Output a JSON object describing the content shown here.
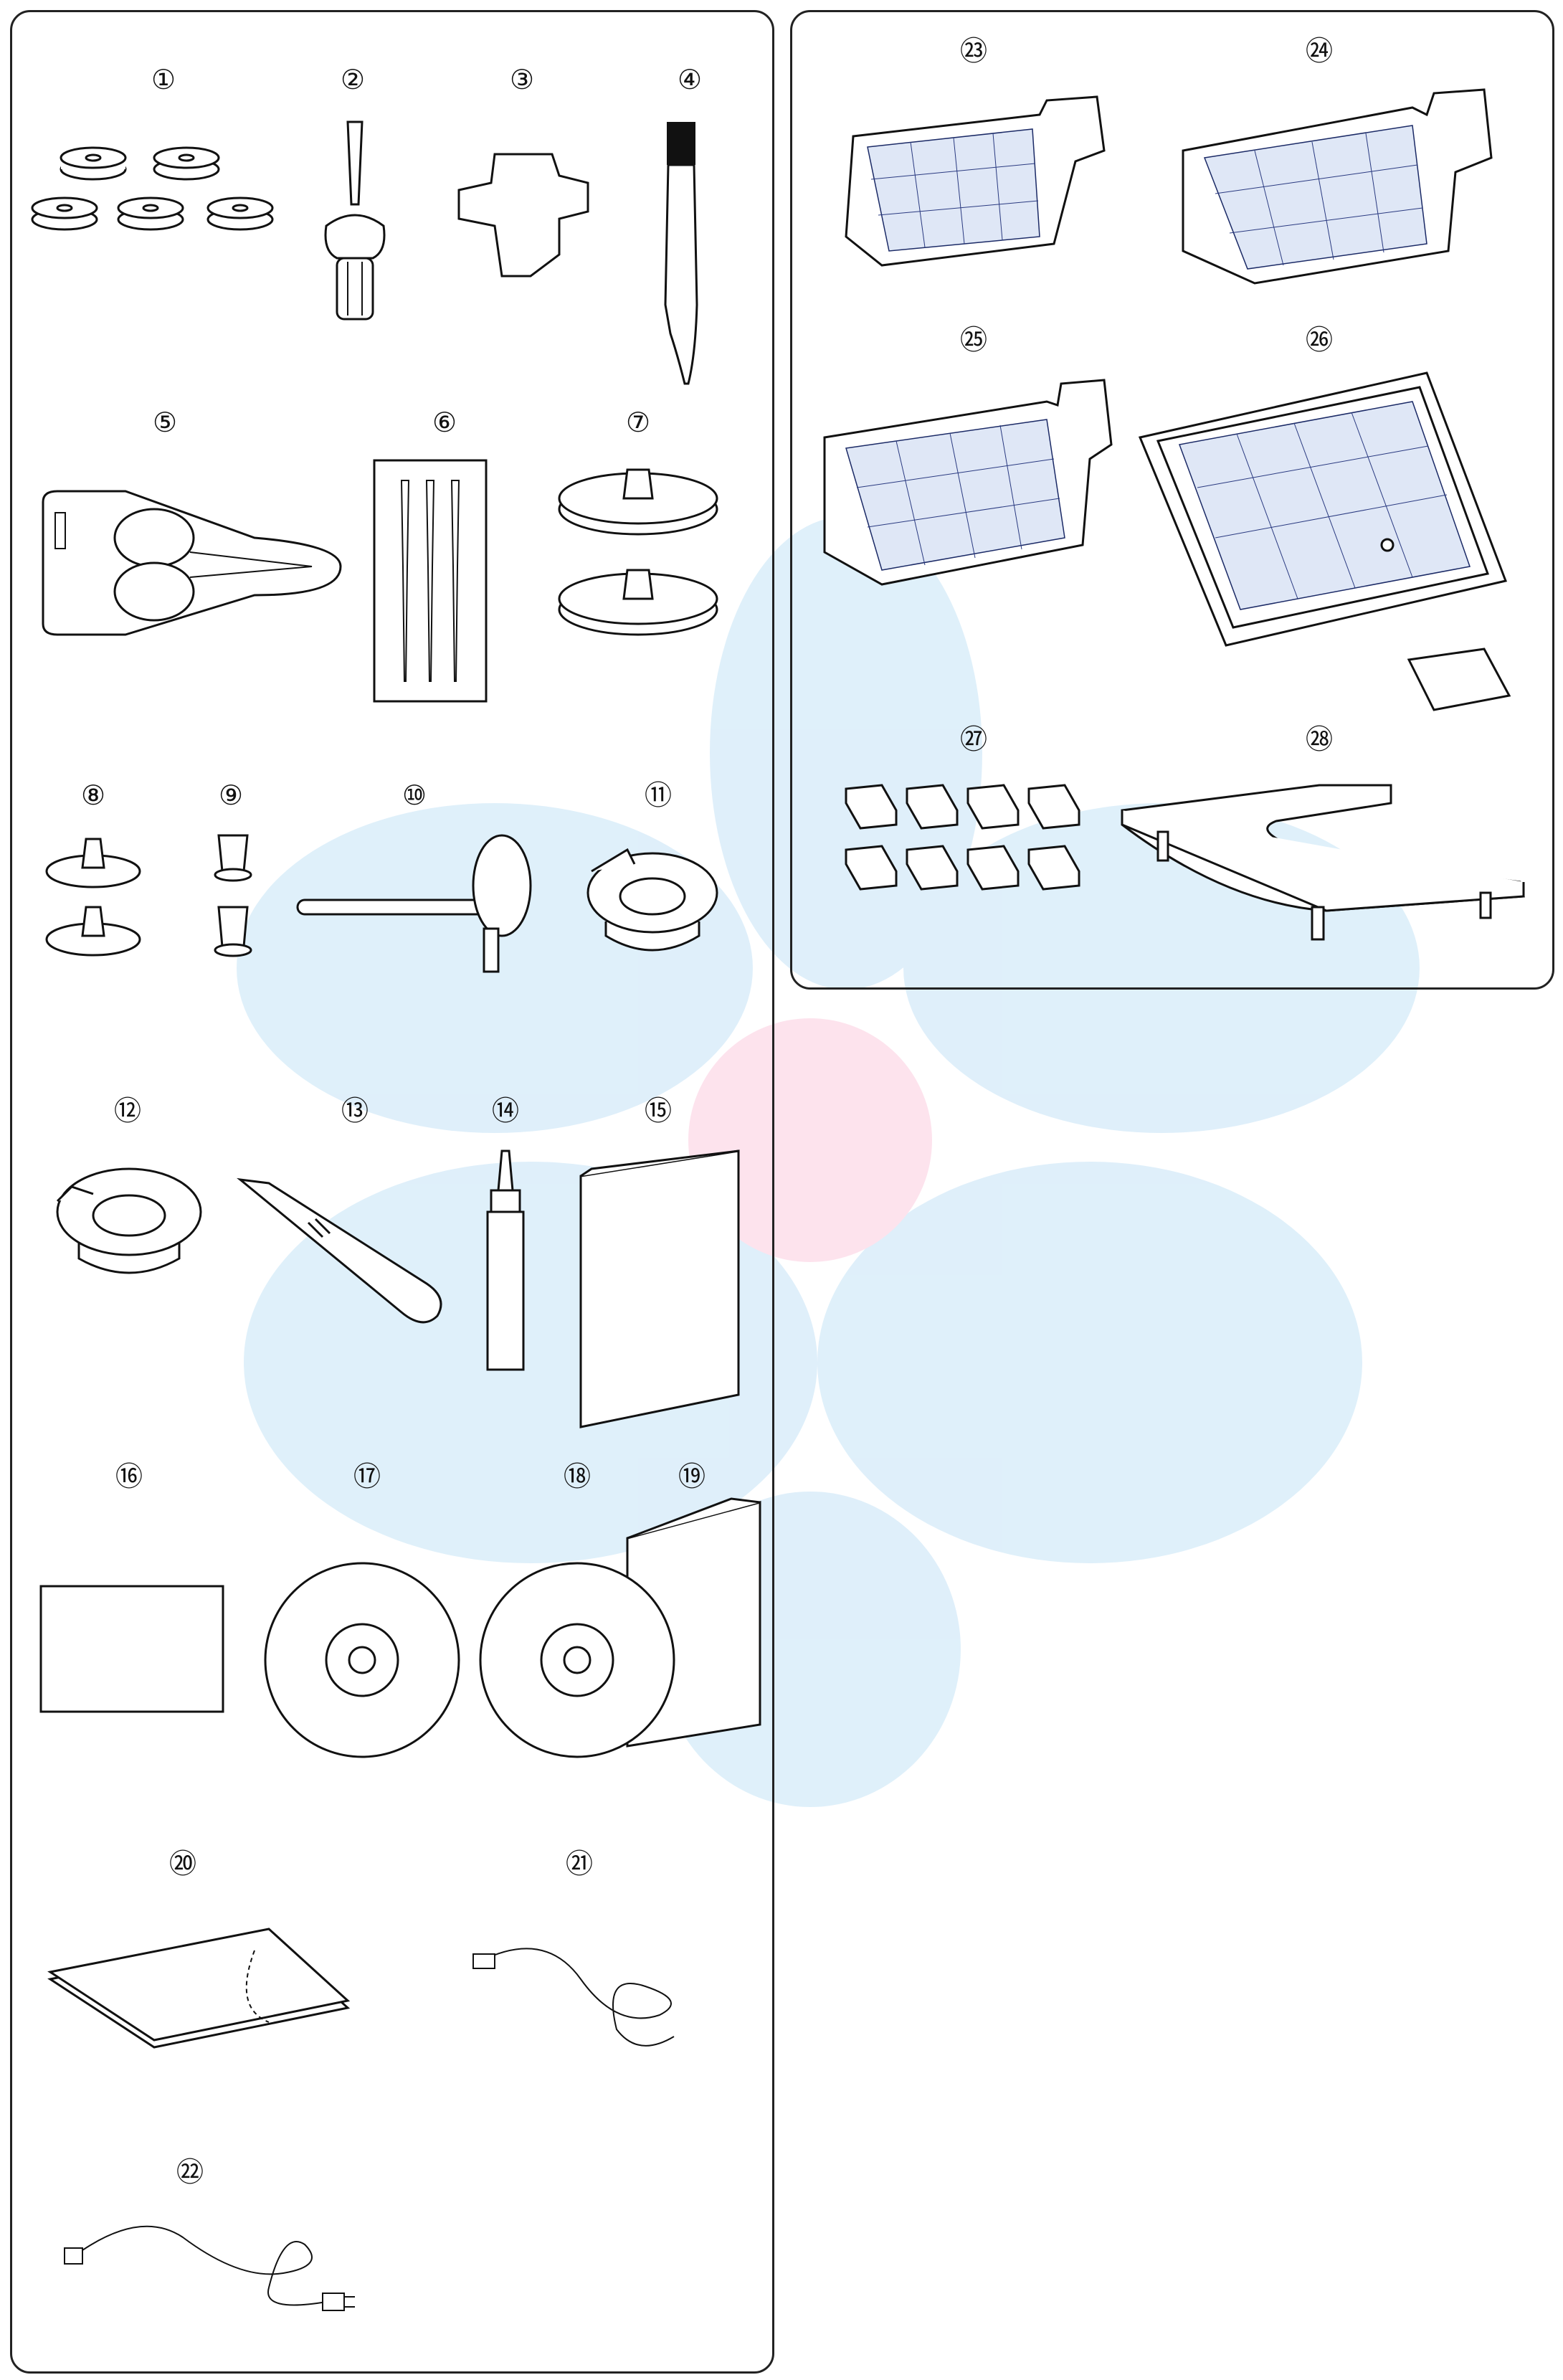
{
  "labels": {
    "n1": "①",
    "n2": "②",
    "n3": "③",
    "n4": "④",
    "n5": "⑤",
    "n6": "⑥",
    "n7": "⑦",
    "n8": "⑧",
    "n9": "⑨",
    "n10": "⑩",
    "n11": "⑪",
    "n12": "⑫",
    "n13": "⑬",
    "n14": "⑭",
    "n15": "⑮",
    "n16": "⑯",
    "n17": "⑰",
    "n18": "⑱",
    "n19": "⑲",
    "n20": "⑳",
    "n21": "㉑",
    "n22": "㉒",
    "n23": "㉓",
    "n24": "㉔",
    "n25": "㉕",
    "n26": "㉖",
    "n27": "㉗",
    "n28": "㉘"
  },
  "icons": {
    "i1": "bobbins-icon",
    "i2": "screwdriver-icon",
    "i3": "multi-purpose-tool-icon",
    "i4": "lint-brush-icon",
    "i5": "scissors-icon",
    "i6": "needle-set-icon",
    "i7": "spool-holder-large-icon",
    "i8": "spool-holder-small-icon",
    "i9": "spool-pin-felt-icon",
    "i10": "additional-spool-pin-icon",
    "i11": "bobbin-case-icon",
    "i12": "bobbin-case-alt-icon",
    "i13": "touch-pen-icon",
    "i14": "oil-tube-icon",
    "i15": "instruction-book-icon",
    "i16": "cloth-icon",
    "i17": "cd-rom-icon",
    "i18": "cd-rom-icon",
    "i19": "leaflet-icon",
    "i20": "template-sheets-icon",
    "i21": "usb-cable-icon",
    "i22": "power-cord-icon",
    "i23": "embroidery-hoop-sq14-icon",
    "i24": "embroidery-hoop-sq20-icon",
    "i25": "embroidery-hoop-sq23-icon",
    "i26": "embroidery-hoop-gr-icon",
    "i27": "magnetic-clamps-icon",
    "i28": "extension-table-icon"
  },
  "colors": {
    "watermark_blue": "#dceefa",
    "watermark_pink": "#fde0ec",
    "hoop_grid": "#dfe7f6"
  }
}
